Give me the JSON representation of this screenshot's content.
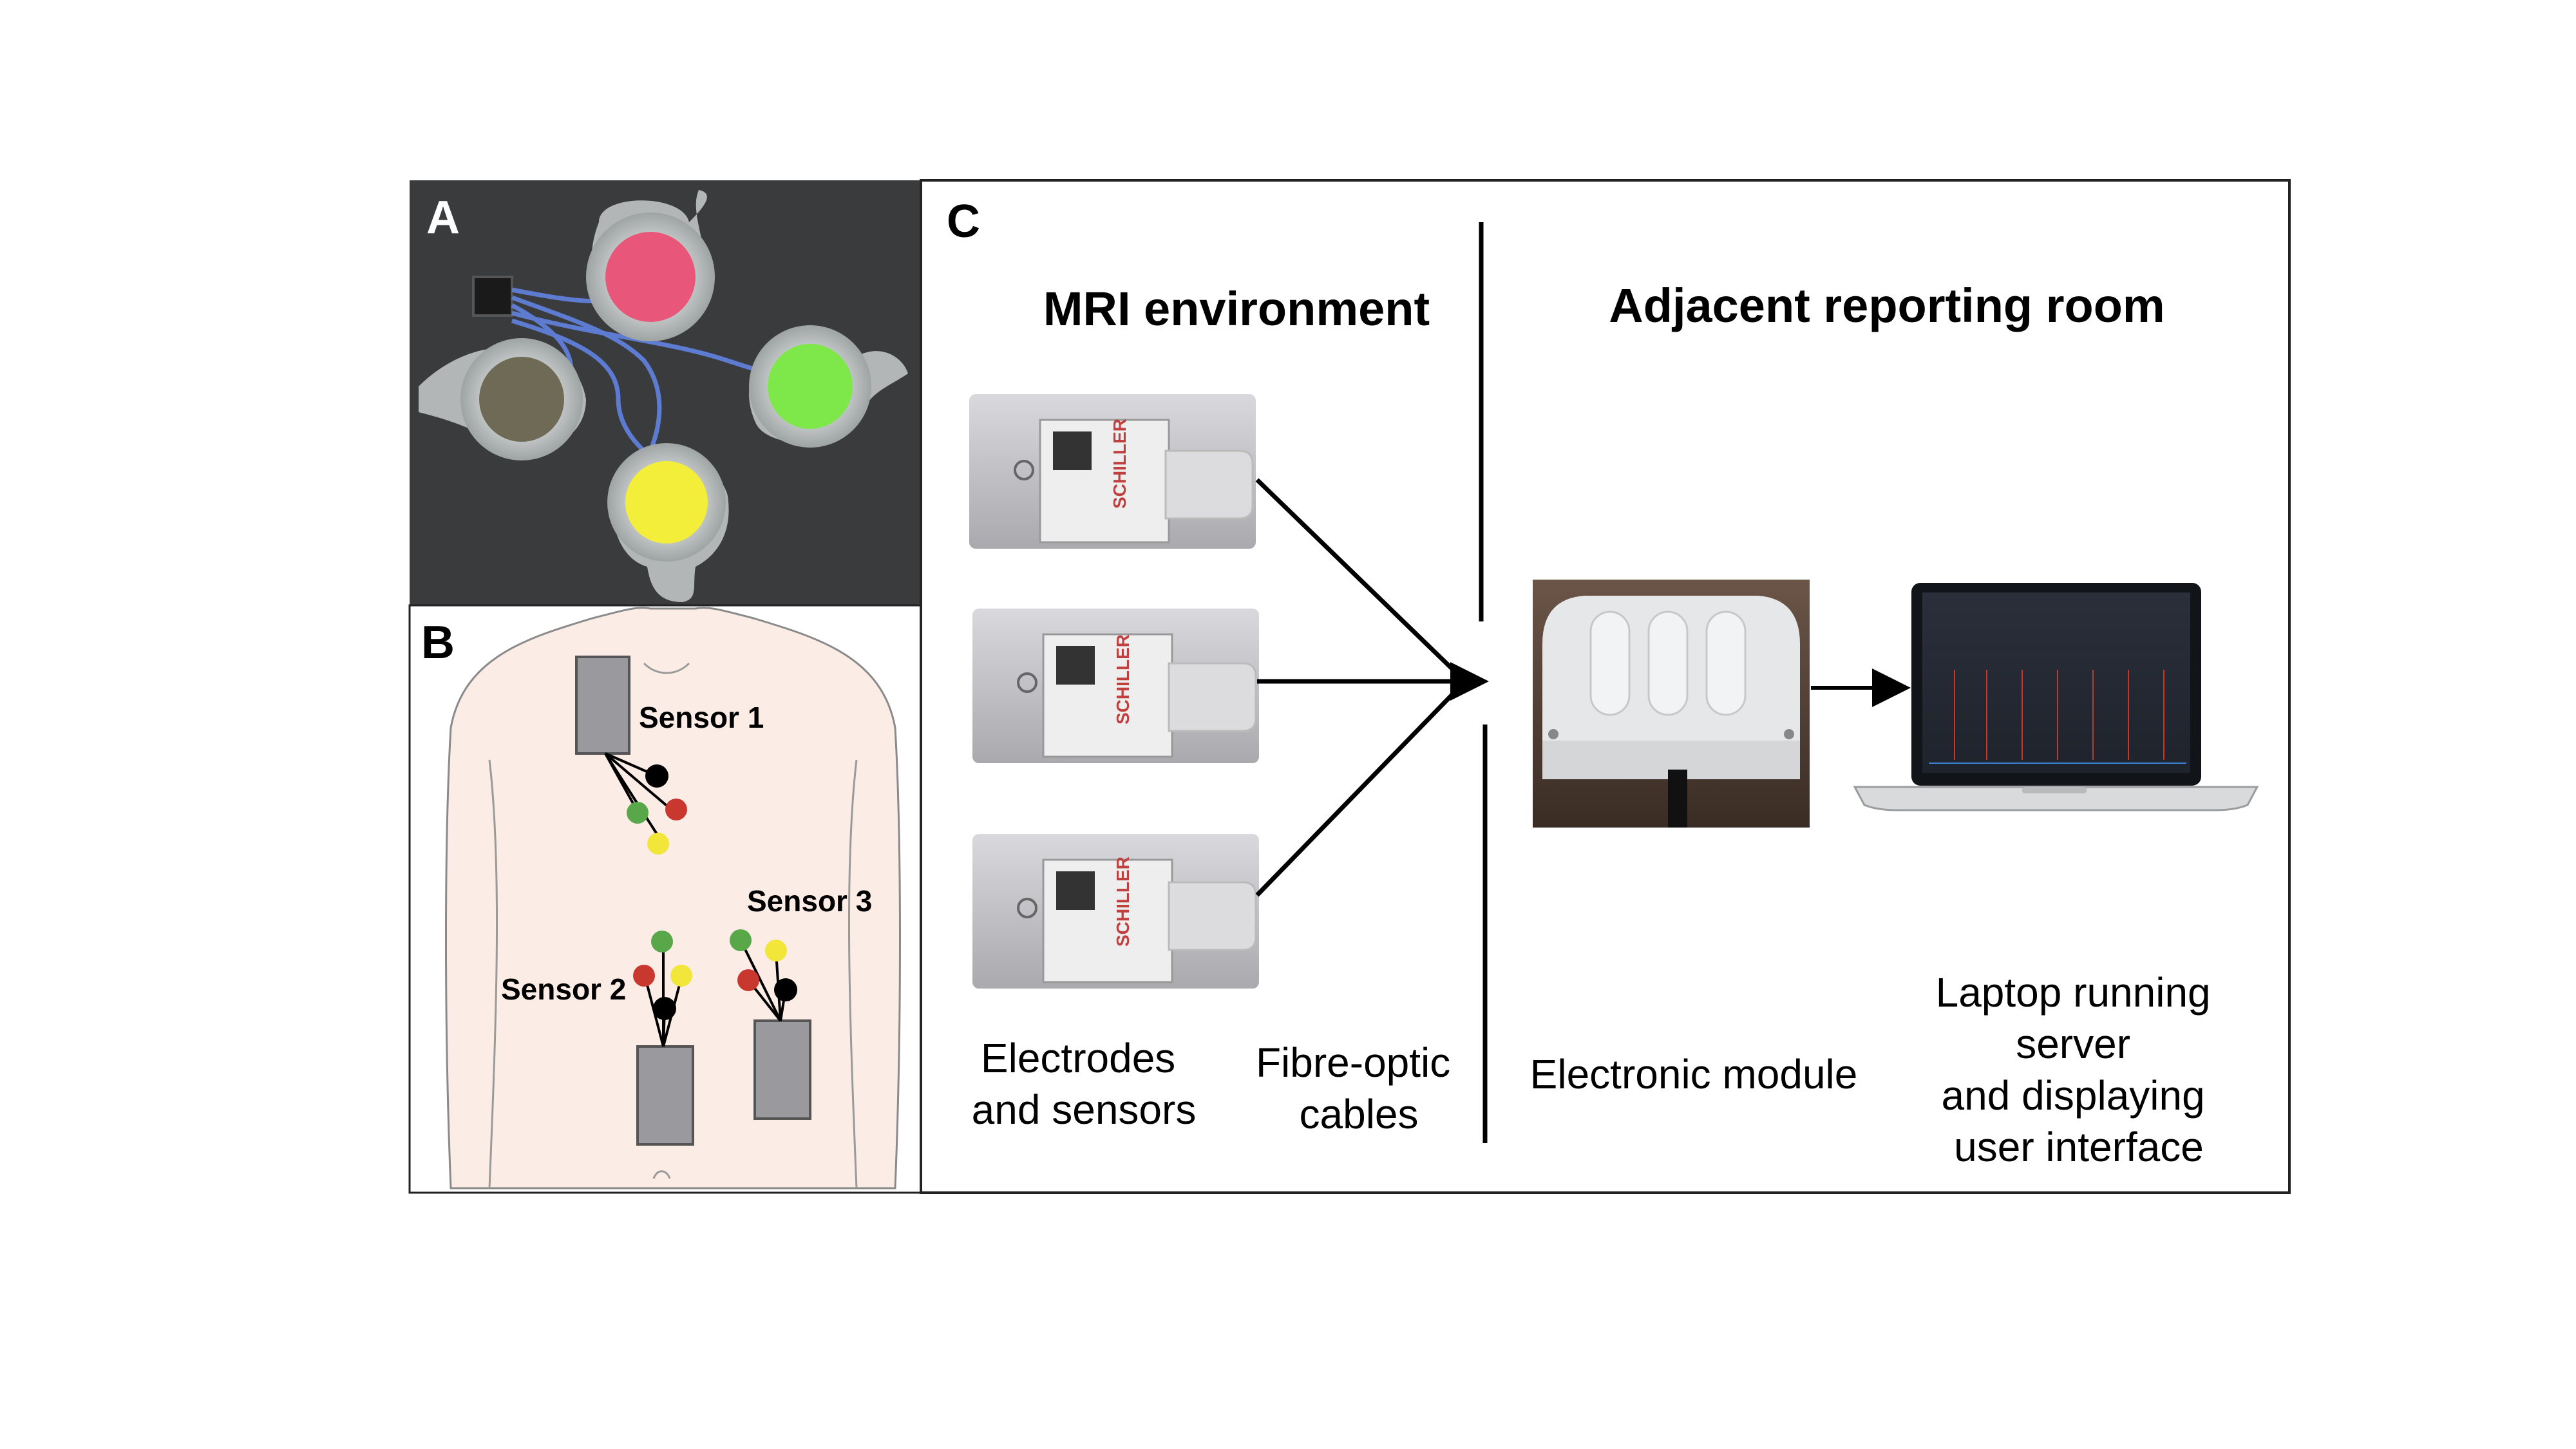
{
  "panels": {
    "a": {
      "letter": "A"
    },
    "b": {
      "letter": "B",
      "sensor1": "Sensor 1",
      "sensor2": "Sensor 2",
      "sensor3": "Sensor 3"
    },
    "c": {
      "letter": "C",
      "mri_title": "MRI environment",
      "room_title": "Adjacent reporting room",
      "device_brand": "SCHILLER",
      "electrodes_line1": "Electrodes",
      "electrodes_line2": "and sensors",
      "cables_line1": "Fibre-optic",
      "cables_line2": "cables",
      "module_label": "Electronic module",
      "laptop_line1": "Laptop running",
      "laptop_line2": "server",
      "laptop_line3": "and displaying",
      "laptop_line4": "user interface"
    }
  },
  "colors": {
    "electrode_red": "#e8577a",
    "electrode_green": "#7ee84a",
    "electrode_yellow": "#f2ee3a",
    "electrode_black": "#000000",
    "dot_red": "#c9382e",
    "dot_green": "#58a84a",
    "dot_yellow": "#f2e63a",
    "sensor_box": "#9a9a9e",
    "skin": "#fbece6"
  }
}
